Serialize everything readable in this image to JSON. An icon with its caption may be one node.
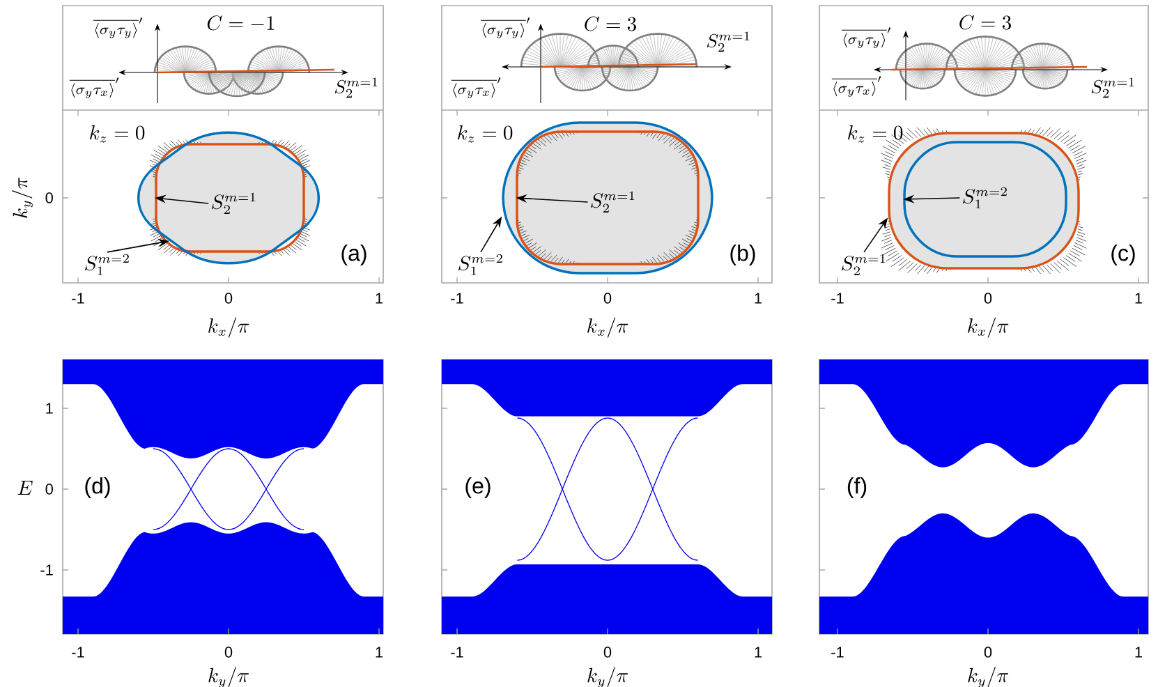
{
  "diagram": {
    "nodes": [
      {
        "text": [
          "S_2^{m=1}"
        ],
        "in": 2
      },
      {
        "text": [
          "S_1^{m=2}"
        ]
      },
      {
        "text": [],
        "shape": "curve",
        "in": 3
      },
      {
        "text": [],
        "shape": "curve"
      },
      {
        "text": [
          "S_2^{m=1}"
        ],
        "in": 6
      },
      {
        "text": [
          "S_1^{m=2}"
        ]
      },
      {
        "text": [],
        "shape": "curve",
        "in": 7
      },
      {
        "text": [],
        "shape": "curve"
      },
      {
        "text": [
          "S_1^{m=2}"
        ],
        "in": 10
      },
      {
        "text": [
          "S_2^{m=1}"
        ]
      },
      {
        "text": [],
        "shape": "curve",
        "in": 11
      },
      {
        "text": [],
        "shape": "curve"
      }
    ],
    "edges": [
      {
        "from": 0,
        "to": 2,
        "arrow": "to"
      },
      {
        "from": 1,
        "to": 3,
        "arrow": "to"
      },
      {
        "from": 4,
        "to": 6,
        "arrow": "to"
      },
      {
        "from": 5,
        "to": 7,
        "arrow": "to"
      },
      {
        "from": 8,
        "to": 10,
        "arrow": "to"
      },
      {
        "from": 9,
        "to": 11,
        "arrow": "to"
      }
    ],
    "labels": [
      "C=-1",
      "\\overline{\\langle\\sigma_y\\tau_y\\rangle}'",
      "\\overline{\\langle\\sigma_y\\tau_x\\rangle}'",
      "S_2^{m=1}",
      "C=3",
      "\\overline{\\langle\\sigma_y\\tau_y\\rangle}'",
      "\\overline{\\langle\\sigma_y\\tau_x\\rangle}'",
      "S_2^{m=1}",
      "C=3",
      "\\overline{\\langle\\sigma_y\\tau_y\\rangle}'",
      "\\overline{\\langle\\sigma_y\\tau_x\\rangle}'",
      "S_2^{m=1}",
      "k_z=0",
      "k_z=0",
      "k_z=0",
      "(a)",
      "(b)",
      "(c)",
      "k_y/\\pi",
      "0",
      "-1",
      "0",
      "1",
      "-1",
      "0",
      "1",
      "-1",
      "0",
      "1",
      "k_x/\\pi",
      "k_x/\\pi",
      "k_x/\\pi",
      "1",
      "0",
      "-1",
      "E",
      "(d)",
      "(e)",
      "(f)",
      "-1",
      "0",
      "1",
      "-1",
      "0",
      "1",
      "-1",
      "0",
      "1",
      "k_y/\\pi",
      "k_y/\\pi",
      "k_y/\\pi"
    ]
  }
}
